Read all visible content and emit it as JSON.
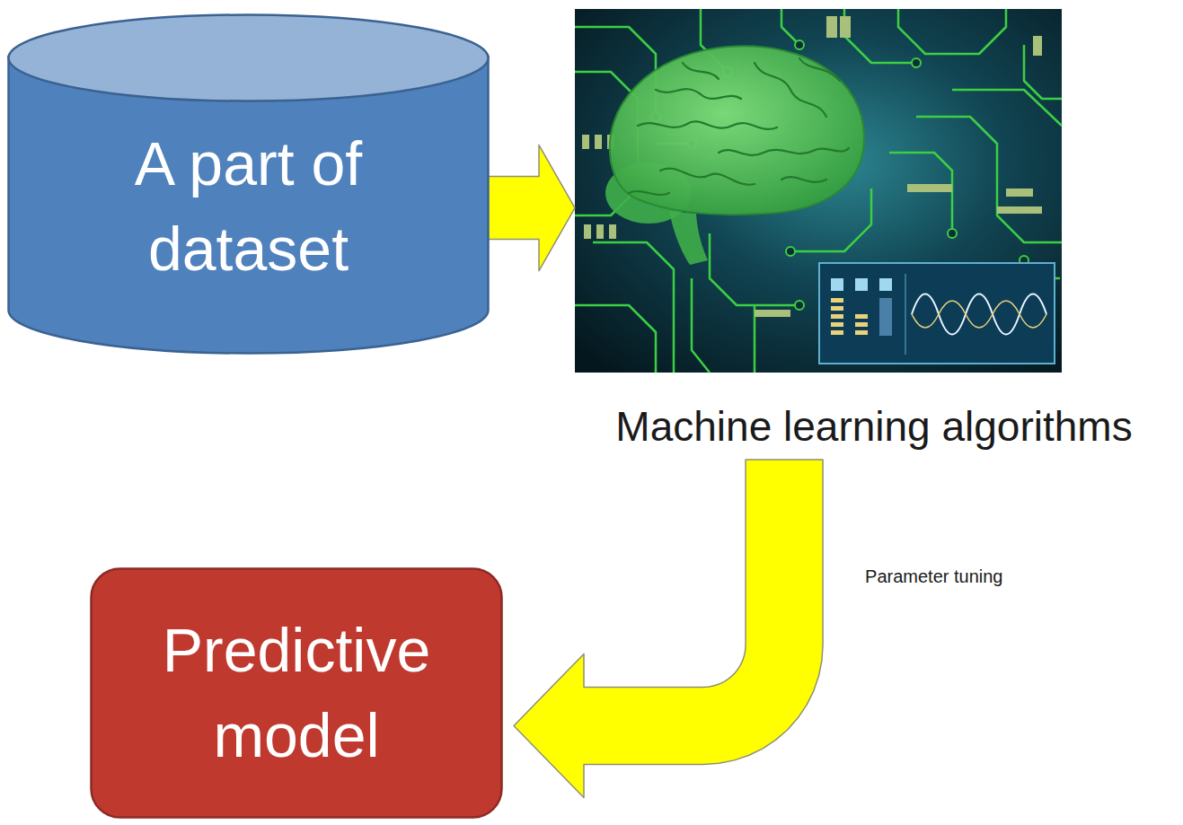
{
  "diagram": {
    "nodes": [
      {
        "text": [
          "A part of dataset"
        ]
      },
      {
        "text": [
          "Machine learning algorithms"
        ]
      },
      {
        "text": [
          "Predictive model"
        ]
      }
    ],
    "edges": [
      {
        "from": 0,
        "to": 1,
        "arrow": "to"
      },
      {
        "from": 1,
        "to": 2,
        "arrow": "to",
        "label": "Parameter tuning"
      }
    ]
  }
}
